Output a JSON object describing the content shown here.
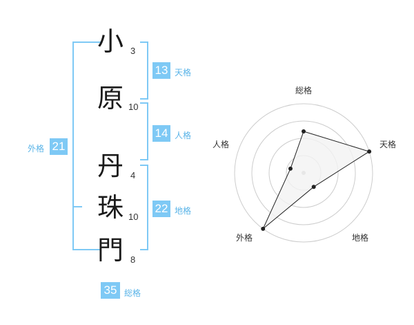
{
  "name": [
    {
      "char": "小",
      "strokes": "3"
    },
    {
      "char": "原",
      "strokes": "10"
    },
    {
      "char": "丹",
      "strokes": "4"
    },
    {
      "char": "珠",
      "strokes": "10"
    },
    {
      "char": "門",
      "strokes": "8"
    }
  ],
  "kaku": {
    "tenkaku": {
      "value": "13",
      "label": "天格"
    },
    "jinkaku": {
      "value": "14",
      "label": "人格"
    },
    "chikaku": {
      "value": "22",
      "label": "地格"
    },
    "gaikaku": {
      "value": "21",
      "label": "外格"
    },
    "soukaku": {
      "value": "35",
      "label": "総格"
    }
  },
  "chart_data": {
    "type": "radar",
    "axes": [
      "総格",
      "天格",
      "地格",
      "外格",
      "人格"
    ],
    "values": [
      0.6,
      1.0,
      0.25,
      1.0,
      0.2
    ],
    "rings": 4,
    "grid": true,
    "colors": {
      "fill": "#f2f2f2",
      "line": "#222222",
      "ring": "#cccccc",
      "center": "#bbbbbb"
    }
  },
  "colors": {
    "accent": "#7ec9f5",
    "accent_text": "#5ab4e8"
  }
}
